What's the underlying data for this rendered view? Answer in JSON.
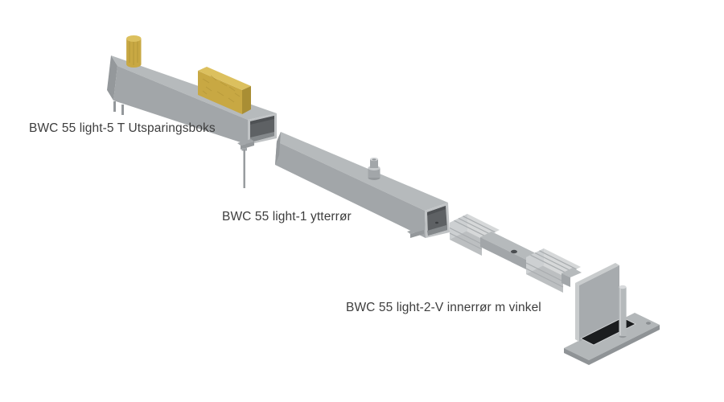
{
  "page": {
    "background": "#ffffff"
  },
  "diagram": {
    "labels": {
      "utsparingsboks": "BWC 55 light-5 T Utsparingsboks",
      "ytterror": "BWC 55 light-1 ytterrør",
      "innerror": "BWC 55 light-2-V innerrør m vinkel"
    },
    "colors": {
      "metal_top": "#b6babc",
      "metal_side": "#a2a6a9",
      "metal_end": "#94989b",
      "ring_face": "#c0c3c5",
      "interior": "#5e6164",
      "interior_top": "#4e5154",
      "interior_bottom": "#84888b",
      "interior_dot": "#3b3e40",
      "sleeve_light": "#d6d8d9",
      "sleeve_side": "#bcbfc1",
      "sleeve_cap": "#cdd0d2",
      "ridge_line": "#a8acaf",
      "plate_face": "#a7abae",
      "plate_edge": "#c9cccd",
      "base_top": "#b3b7b9",
      "base_edge": "#8f9396",
      "pad_black": "#1b1d1f",
      "pad_outline": "#d5d7d9",
      "hole_dark": "#4a4d50",
      "hole_light": "#8a8e91",
      "pin_body": "#b5b9bb",
      "pin_top": "#d8dadc",
      "bolt_collar_top": "#c6c9cb",
      "wool_front": "#c8a843",
      "wool_top": "#dcc05e",
      "wool_side": "#a98e34",
      "text": "#3d3d3d"
    }
  }
}
